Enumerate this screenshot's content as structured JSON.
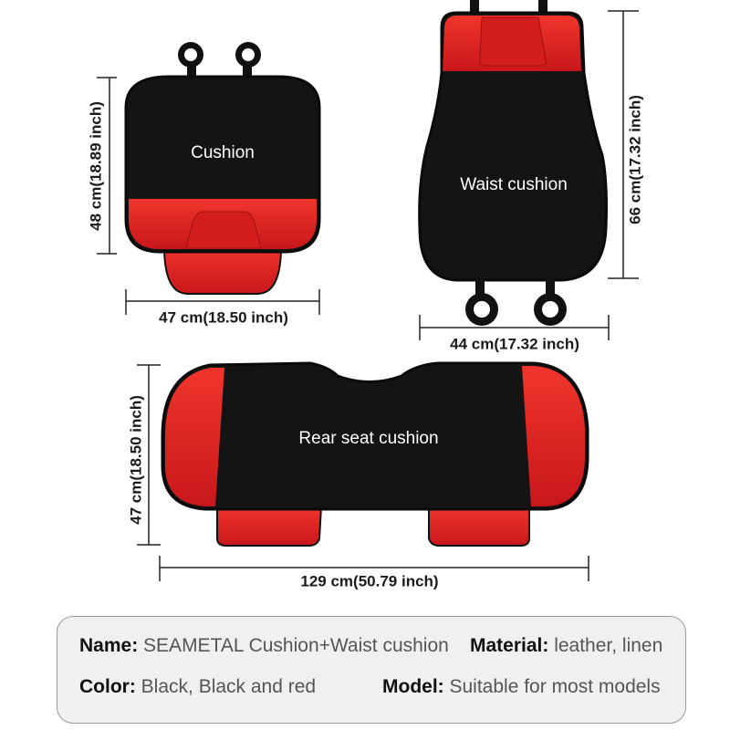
{
  "products": {
    "cushion": "Cushion",
    "waist_cushion": "Waist cushion",
    "rear_seat_cushion": "Rear seat cushion"
  },
  "dimensions": {
    "cushion_height": "48 cm(18.89  inch)",
    "cushion_width": "47 cm(18.50 inch)",
    "waist_height": "66  cm(17.32 inch)",
    "waist_width": "44 cm(17.32 inch)",
    "rear_height": "47 cm(18.50 inch)",
    "rear_width": "129 cm(50.79 inch)"
  },
  "specs": {
    "name_key": "Name:",
    "name_val": "SEAMETAL Cushion+Waist cushion",
    "material_key": "Material:",
    "material_val": "leather, linen",
    "color_key": "Color:",
    "color_val": "Black, Black and red",
    "model_key": "Model:",
    "model_val": "Suitable for most models"
  },
  "colors": {
    "black_fabric": "#141414",
    "red_leather": "#e0241f",
    "info_bg": "#f0f0f0"
  }
}
